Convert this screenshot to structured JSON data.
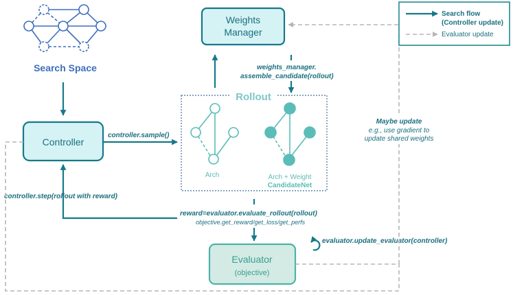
{
  "search_space": {
    "label": "Search Space"
  },
  "weights_manager": {
    "line1": "Weights",
    "line2": "Manager"
  },
  "controller": {
    "label": "Controller"
  },
  "evaluator": {
    "label": "Evaluator",
    "sublabel": "(objective)"
  },
  "rollout": {
    "title": "Rollout",
    "arch_label": "Arch",
    "arch_weight_label": "Arch + Weight",
    "candidate_label": "CandidateNet"
  },
  "edges": {
    "assemble_line1": "weights_manager.",
    "assemble_line2": "assemble_candidate(rollout)",
    "sample": "controller.sample()",
    "step": "controller.step(rollout with reward)",
    "reward": "reward=evaluator.evaluate_rollout(rollout)",
    "objective_methods": "objective.get_reward/get_loss/get_perfs",
    "update_evaluator": "evaluator.update_evaluator(controller)",
    "maybe_update": "Maybe update",
    "maybe_detail_line1": "e.g., use gradient to",
    "maybe_detail_line2": "update shared weights"
  },
  "legend": {
    "search_flow_line1": "Search flow",
    "search_flow_line2": "(Controller update)",
    "evaluator_update": "Evaluator update"
  },
  "colors": {
    "dark_teal": "#16788a",
    "mid_teal": "#1f8a91",
    "light_teal": "#5bbcb8",
    "box_fill": "#d5f3f5",
    "eval_fill": "#d3ebe4",
    "eval_border": "#4db3a6",
    "search_blue": "#3d6ebd",
    "gray_dash": "#b5b5b5"
  }
}
